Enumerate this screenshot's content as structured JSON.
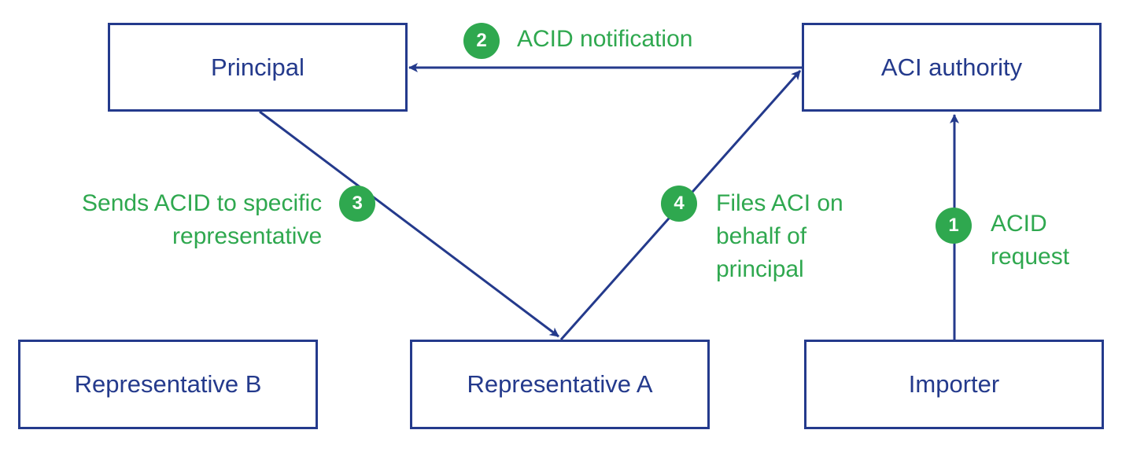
{
  "nodes": {
    "principal": "Principal",
    "aci_authority": "ACI authority",
    "representative_b": "Representative B",
    "representative_a": "Representative A",
    "importer": "Importer"
  },
  "steps": [
    {
      "number": "1",
      "label": "ACID\nrequest"
    },
    {
      "number": "2",
      "label": "ACID notification"
    },
    {
      "number": "3",
      "label": "Sends ACID to specific\nrepresentative"
    },
    {
      "number": "4",
      "label": "Files ACI on\nbehalf of\nprincipal"
    }
  ],
  "colors": {
    "node_border": "#243a8c",
    "arrow": "#243a8c",
    "step_green": "#2fa84f"
  }
}
